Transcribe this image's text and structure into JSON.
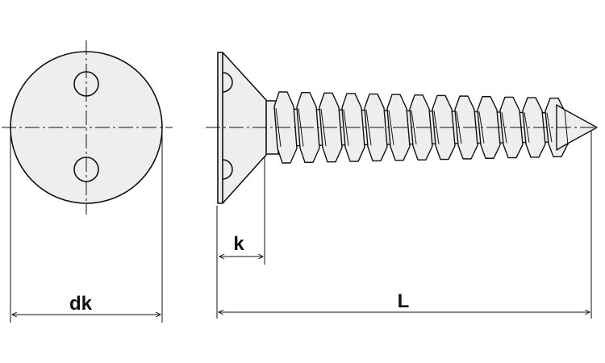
{
  "drawing": {
    "type": "technical drawing of a countersunk tapping screw with two-hole (spanner) drive",
    "colors": {
      "line": "#111111",
      "face_fill": "#eeeeee",
      "background": "#ffffff"
    }
  },
  "labels": {
    "head_diameter": "dk",
    "head_height": "k",
    "length": "L"
  }
}
